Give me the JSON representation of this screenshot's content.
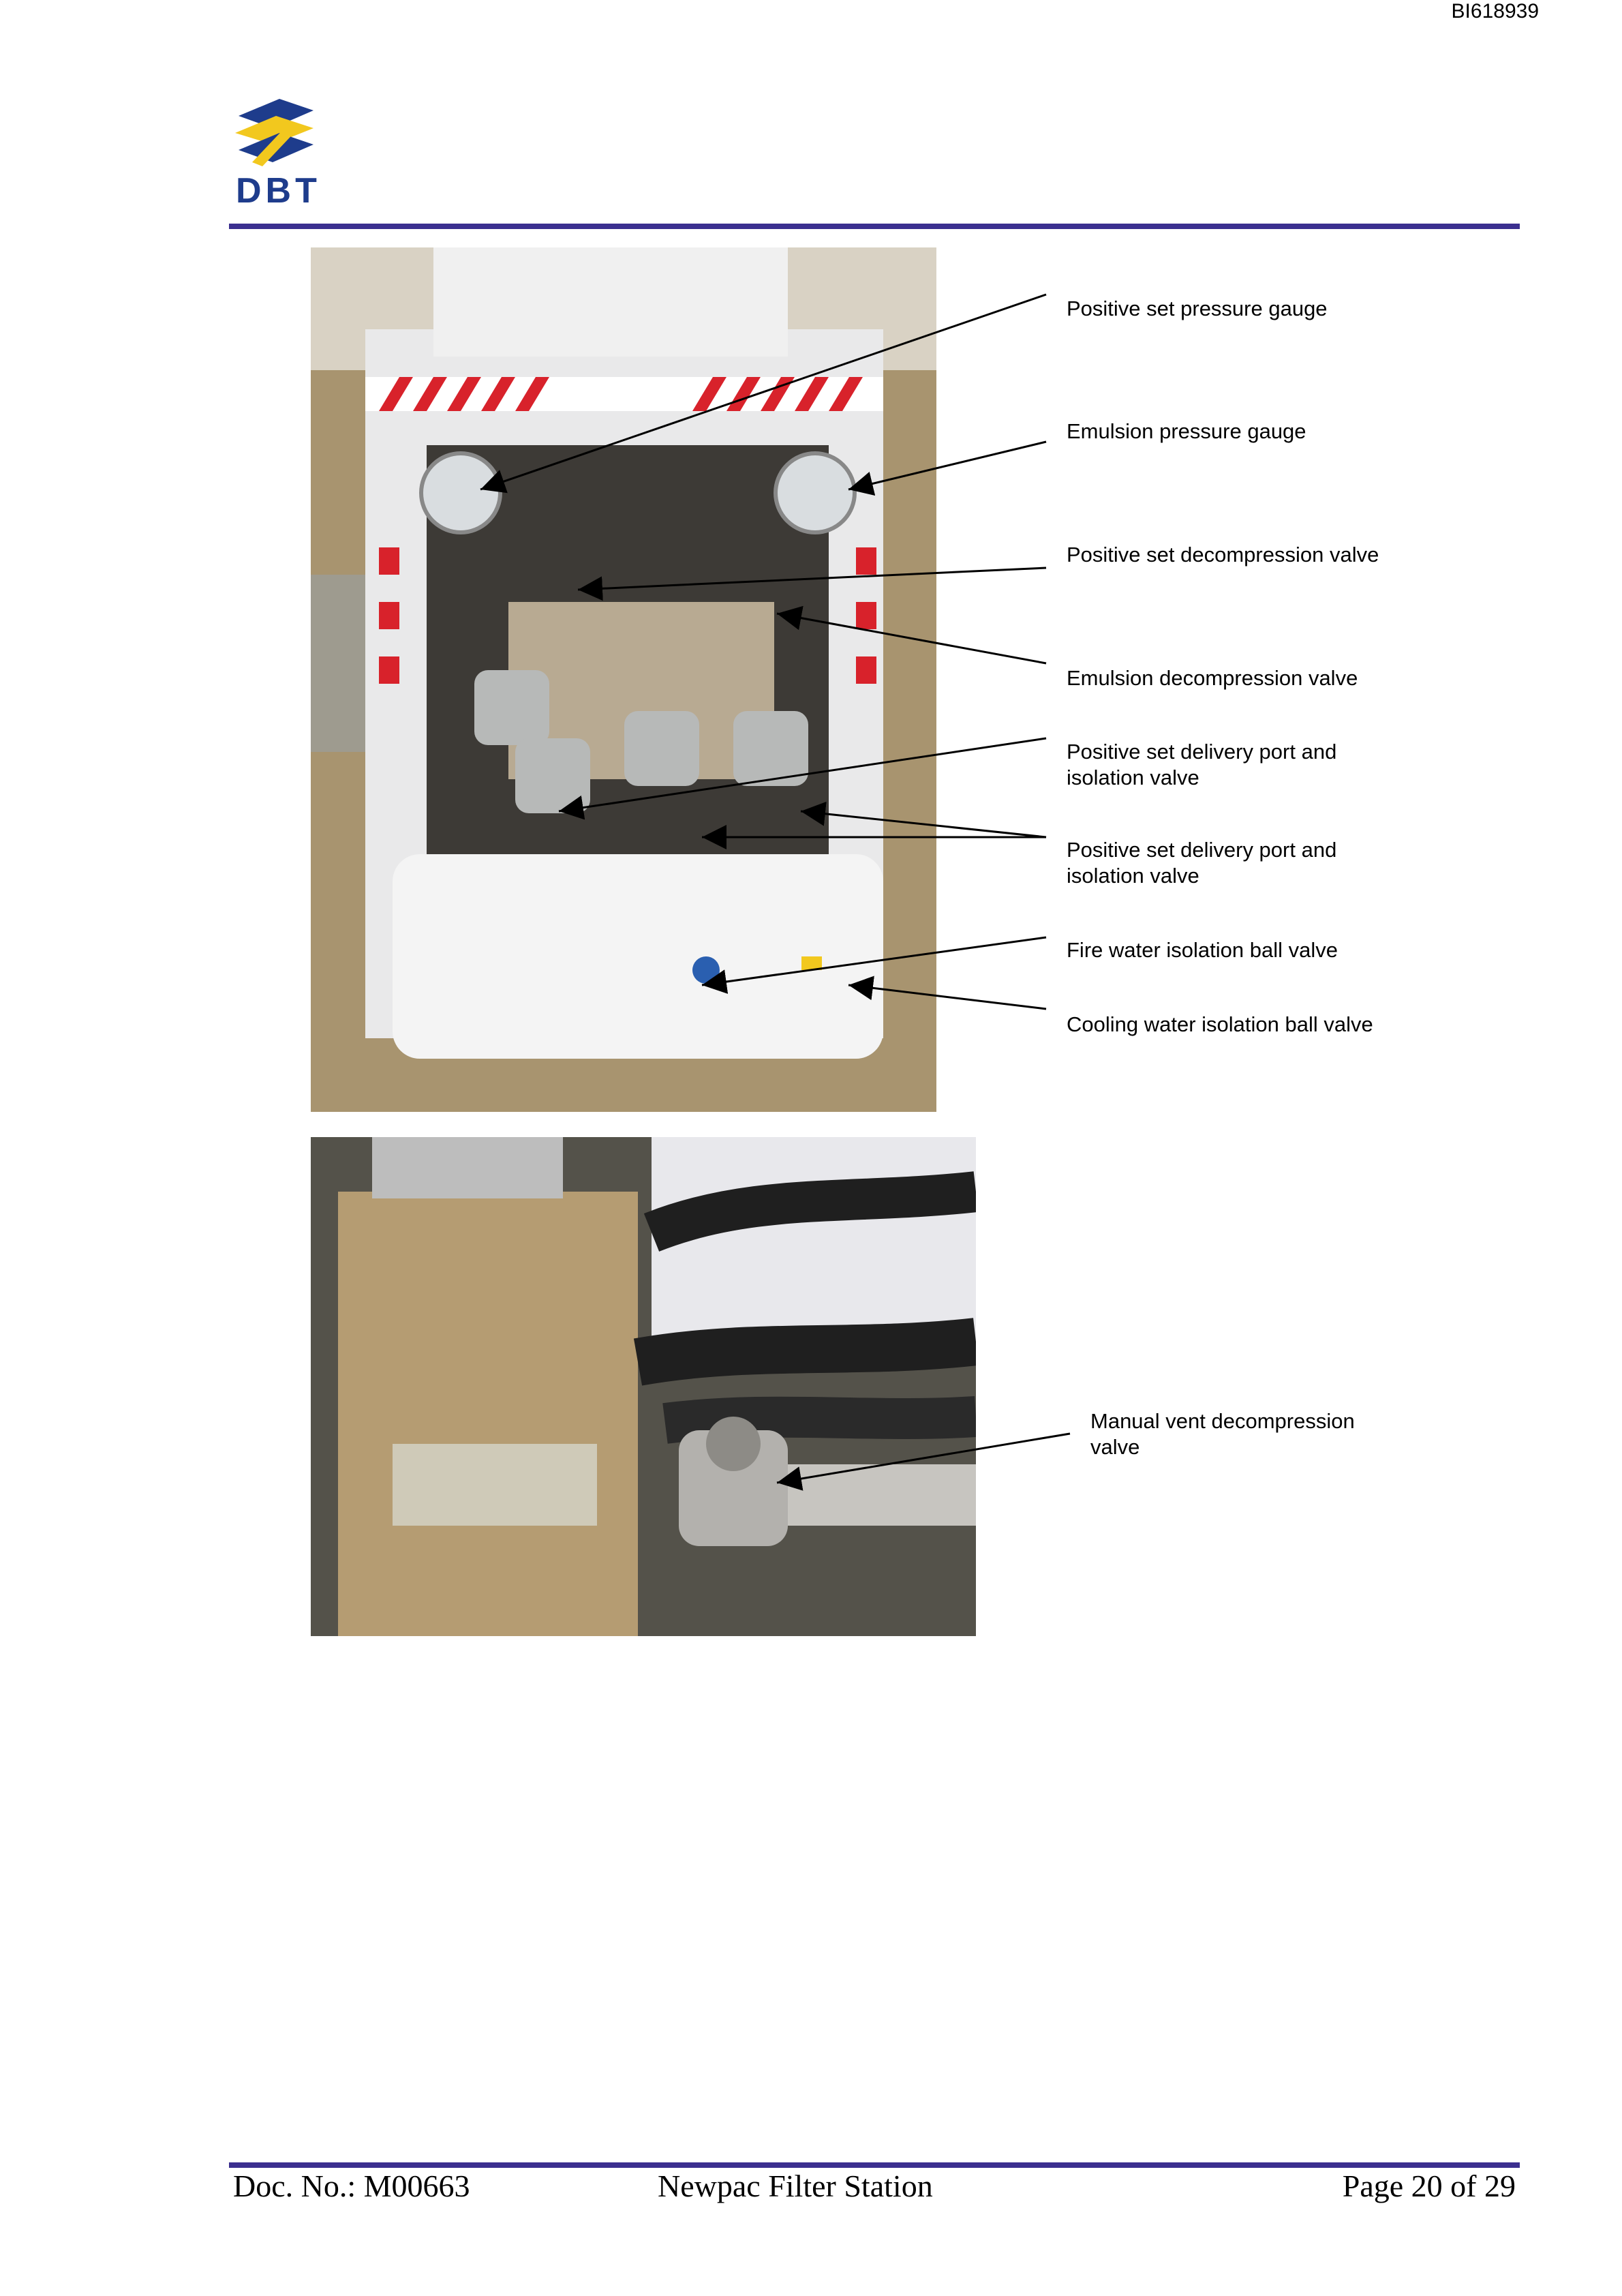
{
  "header": {
    "doc_id": "BI618939",
    "logo_text": "DBT"
  },
  "figure1": {
    "labels": [
      "Positive set pressure gauge",
      "Emulsion pressure gauge",
      "Positive set decompression valve",
      "Emulsion decompression valve",
      "Positive set delivery port and isolation valve",
      "Positive set delivery port and isolation valve",
      "Fire water isolation ball valve",
      "Cooling water isolation ball valve"
    ]
  },
  "figure2": {
    "labels": [
      "Manual vent decompression valve"
    ]
  },
  "footer": {
    "doc_no": "Doc. No.: M00663",
    "title": "Newpac Filter Station",
    "page": "Page 20 of 29"
  },
  "colors": {
    "rule": "#3b2f8f",
    "logo_blue": "#1e3c8c",
    "logo_yellow": "#f2c81e"
  }
}
